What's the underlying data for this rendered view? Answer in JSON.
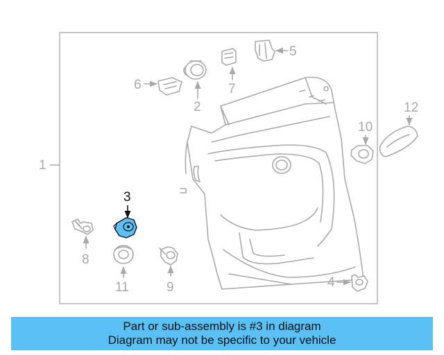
{
  "callouts": {
    "c1": "1",
    "c2": "2",
    "c3": "3",
    "c4": "4",
    "c5": "5",
    "c6": "6",
    "c7": "7",
    "c8": "8",
    "c9": "9",
    "c10": "10",
    "c11": "11",
    "c12": "12"
  },
  "highlighted_part": "3",
  "colors": {
    "highlight_fill": "#5bc0f5",
    "line_gray": "#a9a9a9",
    "banner_bg": "#5bc0f5"
  },
  "banner": {
    "line1": "Part or sub-assembly is #3 in diagram",
    "line2": "Diagram may not be specific to your vehicle"
  }
}
